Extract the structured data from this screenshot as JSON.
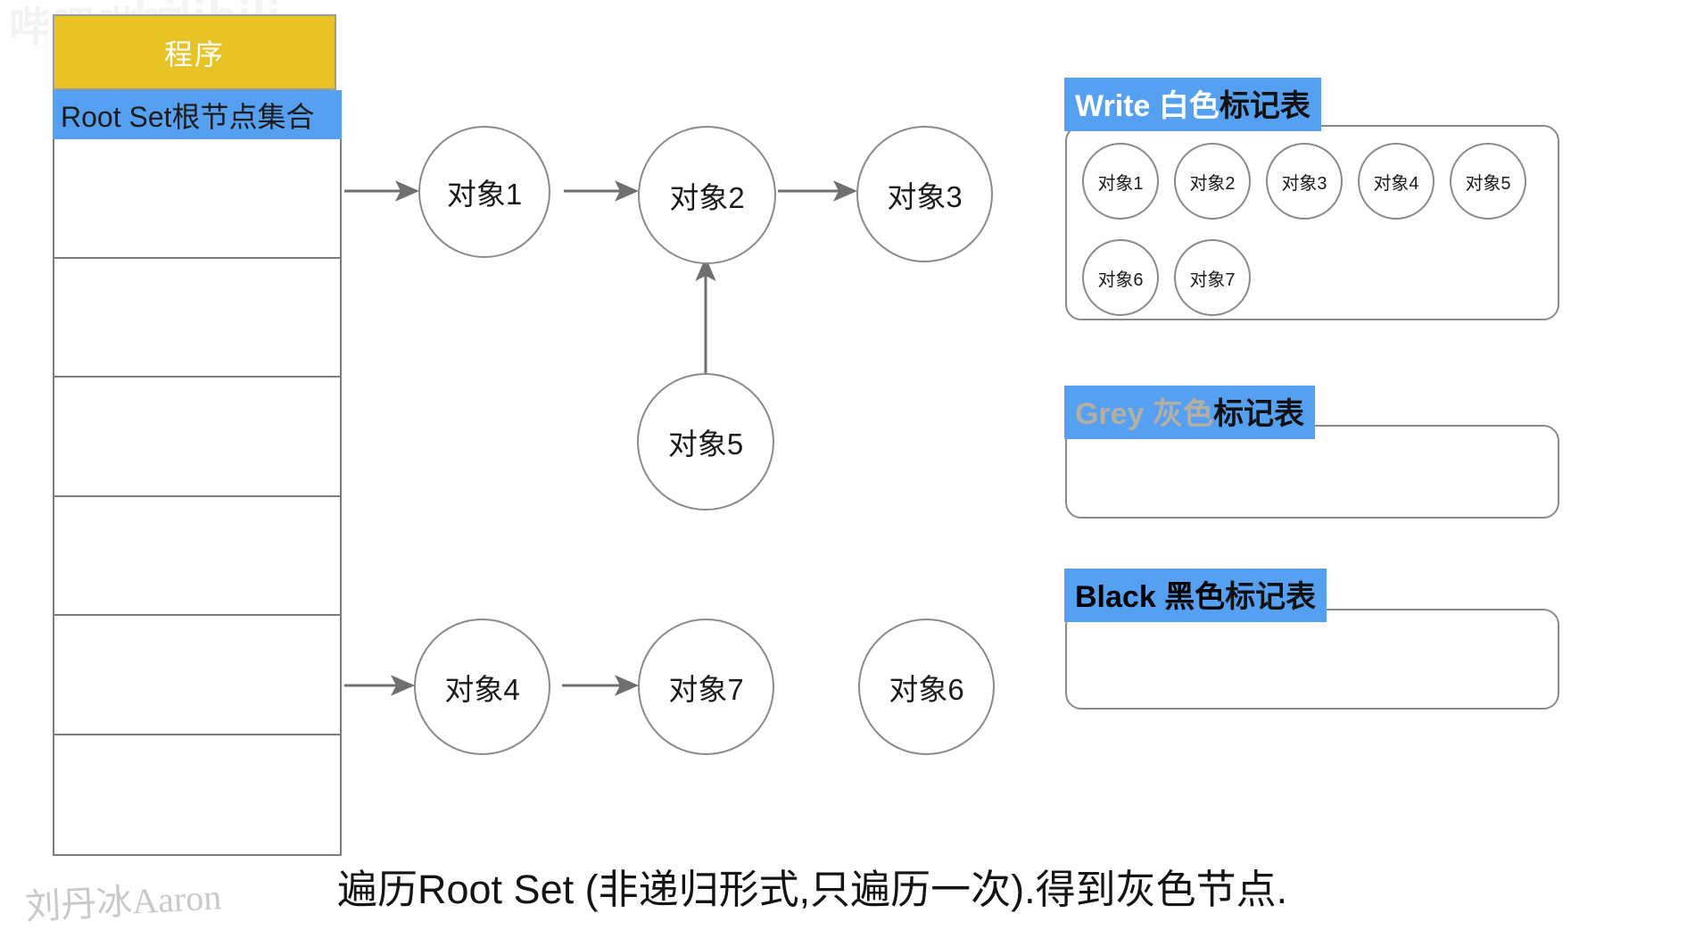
{
  "watermarks": {
    "top_left": "哔哩哔哩",
    "logo": "bilibili",
    "bottom_left": "刘丹冰Aaron"
  },
  "program": {
    "label": "程序"
  },
  "rootset": {
    "header": "Root Set根节点集合",
    "row_count": 6,
    "rows": [
      "",
      "",
      "",
      "",
      "",
      ""
    ]
  },
  "graph": {
    "nodes": [
      {
        "id": "obj1",
        "label": "对象1"
      },
      {
        "id": "obj2",
        "label": "对象2"
      },
      {
        "id": "obj3",
        "label": "对象3"
      },
      {
        "id": "obj5",
        "label": "对象5"
      },
      {
        "id": "obj4",
        "label": "对象4"
      },
      {
        "id": "obj7",
        "label": "对象7"
      },
      {
        "id": "obj6",
        "label": "对象6"
      }
    ],
    "edges": [
      {
        "from": "root-set",
        "to": "obj1"
      },
      {
        "from": "obj1",
        "to": "obj2"
      },
      {
        "from": "obj2",
        "to": "obj3"
      },
      {
        "from": "obj5",
        "to": "obj2"
      },
      {
        "from": "root-set",
        "to": "obj4"
      },
      {
        "from": "obj4",
        "to": "obj7"
      }
    ]
  },
  "mark_tables": [
    {
      "id": "white",
      "title_en": "Write ",
      "title_cn_colored": "白色",
      "title_cn_tail": "标记表",
      "title_color": "#ffffff",
      "highlight_color": "#55a0f0",
      "items": [
        "对象1",
        "对象2",
        "对象3",
        "对象4",
        "对象5",
        "对象6",
        "对象7"
      ]
    },
    {
      "id": "grey",
      "title_en": "Grey ",
      "title_cn_colored": "灰色",
      "title_cn_tail": "标记表",
      "title_color": "#b4afa3",
      "highlight_color": "#55a0f0",
      "items": []
    },
    {
      "id": "black",
      "title_en": "Black ",
      "title_cn_colored": "黑色",
      "title_cn_tail": "标记表",
      "title_color": "#000000",
      "highlight_color": "#55a0f0",
      "items": []
    }
  ],
  "caption": "遍历Root Set (非递归形式,只遍历一次).得到灰色节点.",
  "colors": {
    "program_fill": "#e8c325",
    "header_blue": "#55a0f0",
    "node_stroke": "#8a8a8a",
    "arrow": "#6f6f6f",
    "table_stroke": "#7c7c7c"
  }
}
